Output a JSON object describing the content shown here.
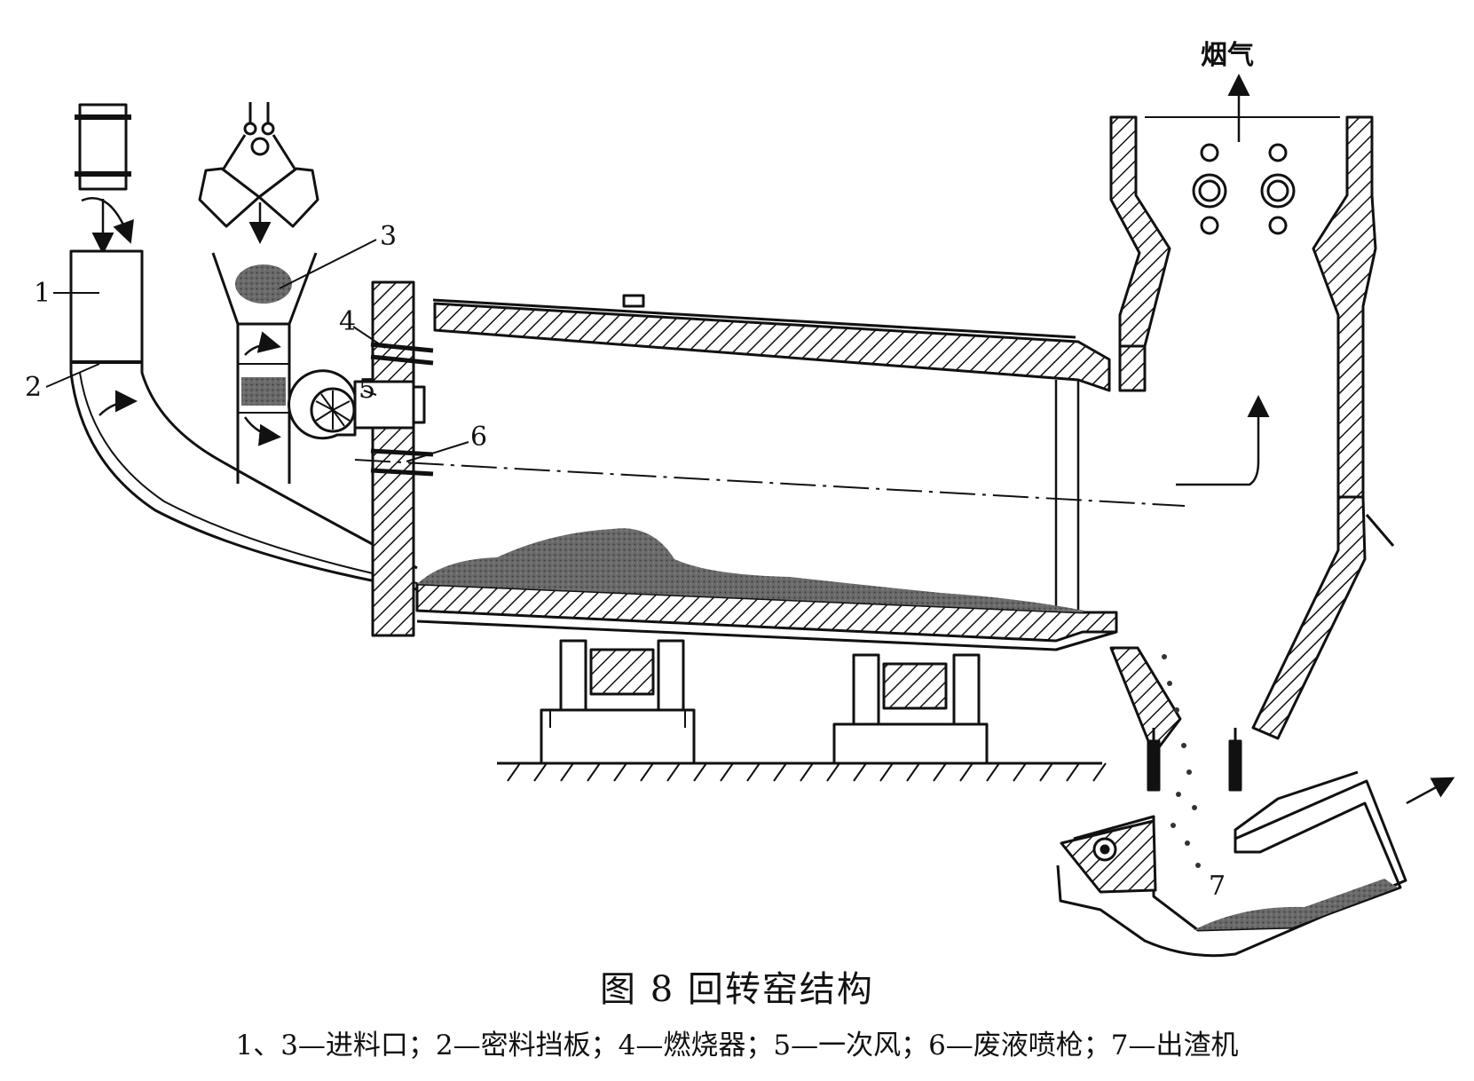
{
  "figure": {
    "title": "图 8   回转窑结构",
    "legend": "1、3—进料口；2—密料挡板；4—燃烧器；5—一次风；6—废液喷枪；7—出渣机"
  },
  "labels": {
    "n1": "1",
    "n2": "2",
    "n3": "3",
    "n4": "4",
    "n5": "5",
    "n6": "6",
    "n7": "7",
    "flue_gas": "烟气"
  },
  "colors": {
    "line": "#111111",
    "material": "#555555",
    "background": "#ffffff"
  }
}
